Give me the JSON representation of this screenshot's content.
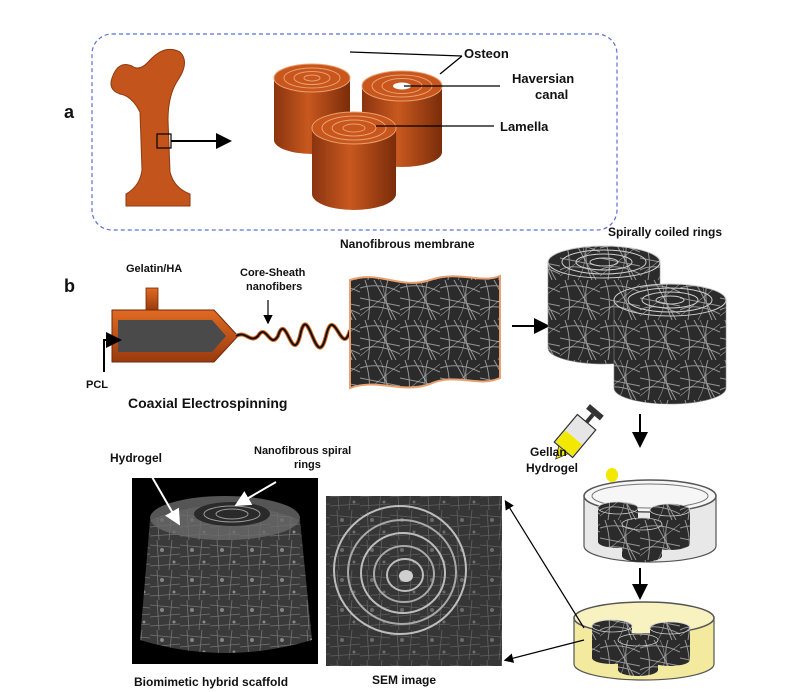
{
  "panel_a": {
    "letter": "a",
    "labels": {
      "osteon": "Osteon",
      "haversian_line1": "Haversian",
      "haversian_line2": "canal",
      "lamella": "Lamella"
    }
  },
  "panel_b": {
    "letter": "b",
    "labels": {
      "gelatin": "Gelatin/HA",
      "core_sheath_line1": "Core-Sheath",
      "core_sheath_line2": "nanofibers",
      "pcl": "PCL",
      "coaxial": "Coaxial Electrospinning",
      "membrane": "Nanofibrous membrane",
      "spiral_rings": "Spirally coiled rings",
      "gellan_line1": "Gellan",
      "gellan_line2": "Hydrogel",
      "hydrogel": "Hydrogel",
      "nano_spiral_line1": "Nanofibrous spiral",
      "nano_spiral_line2": "rings",
      "scaffold": "Biomimetic hybrid scaffold",
      "sem": "SEM image"
    }
  },
  "colors": {
    "bone": "#b24a16",
    "bone_dark": "#7a2e0a",
    "panel_border": "#5a6fd8",
    "fiber_dark": "#2a2a2a",
    "hydrogel": "#f3eaa0",
    "gellan_drop": "#f2e800"
  }
}
